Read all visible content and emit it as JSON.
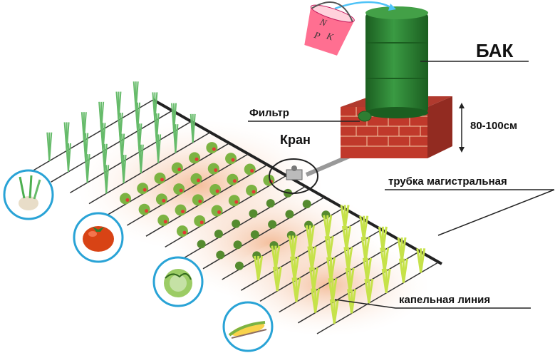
{
  "labels": {
    "tank": "БАК",
    "filter": "Фильтр",
    "valve": "Кран",
    "height": "80-100см",
    "main_pipe": "трубка магистральная",
    "drip_line": "капельная линия"
  },
  "bucket_letters": [
    "N",
    "P",
    "K"
  ],
  "colors": {
    "tank": "#2e7d32",
    "brick": "#c0392b",
    "pipe": "#888888",
    "soil": "#f3c9a8",
    "plant_green": "#4caf50",
    "bucket": "#ff5f8f"
  },
  "insets": [
    "garlic-icon",
    "tomato-icon",
    "cabbage-icon",
    "corn-icon"
  ]
}
